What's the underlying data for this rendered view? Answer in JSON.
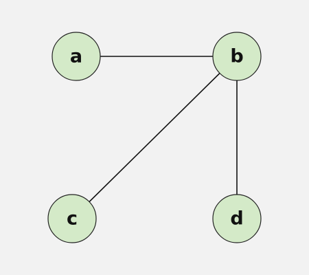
{
  "diagram": {
    "background_color": "#f2f2f2",
    "node_fill": "#d4eac8",
    "node_stroke": "#222222",
    "edge_color": "#111111",
    "label_color": "#111111",
    "nodes": [
      {
        "id": "a",
        "label": "a"
      },
      {
        "id": "b",
        "label": "b"
      },
      {
        "id": "c",
        "label": "c"
      },
      {
        "id": "d",
        "label": "d"
      }
    ],
    "edges": [
      {
        "from": "a",
        "to": "b"
      },
      {
        "from": "b",
        "to": "c"
      },
      {
        "from": "b",
        "to": "d"
      }
    ]
  }
}
